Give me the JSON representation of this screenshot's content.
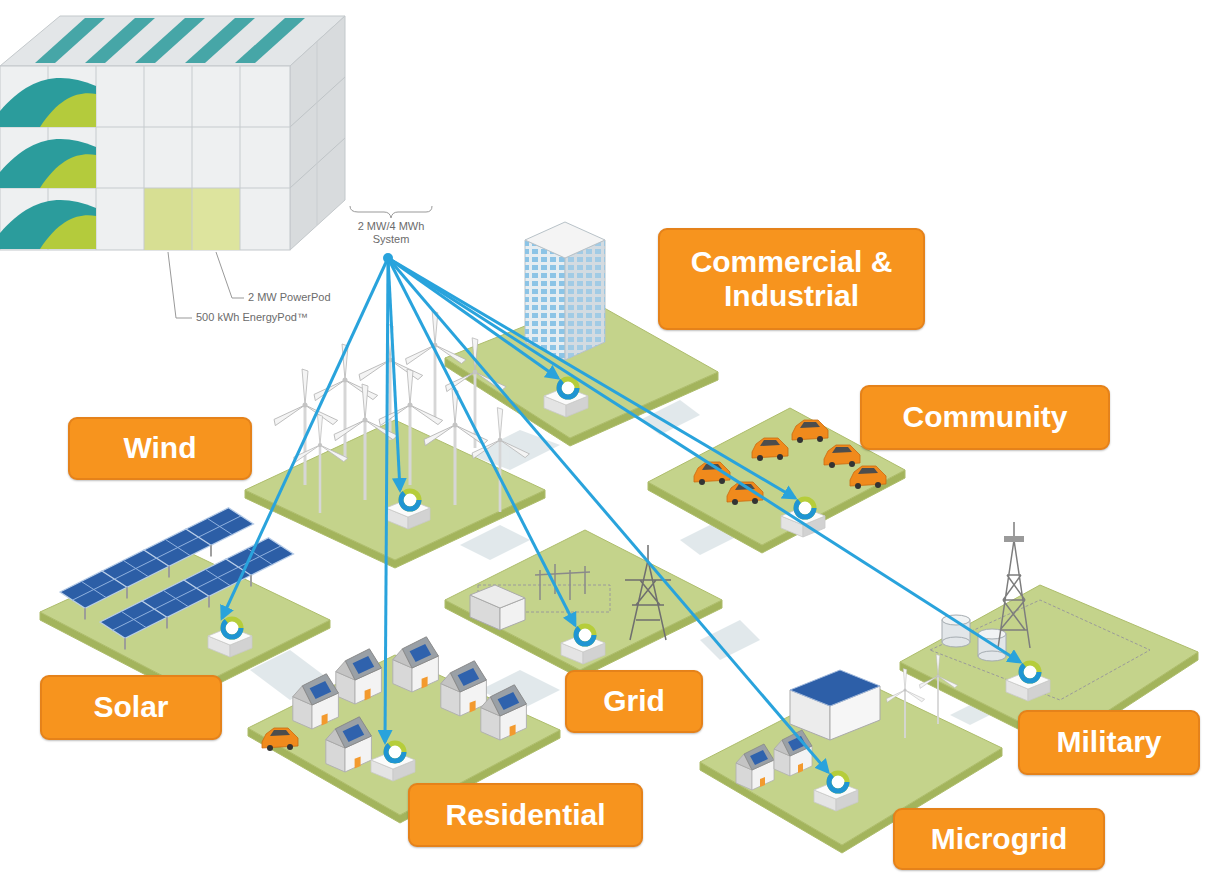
{
  "diagram": {
    "nodes": [
      {
        "text": [
          "Commercial & Industrial"
        ]
      },
      {
        "text": [
          "Community"
        ]
      },
      {
        "text": [
          "Wind"
        ]
      },
      {
        "text": [
          "Grid"
        ]
      },
      {
        "text": [
          "Solar"
        ]
      },
      {
        "text": [
          "Military"
        ]
      },
      {
        "text": [
          "Residential"
        ]
      },
      {
        "text": [
          "Microgrid"
        ]
      }
    ],
    "labels": [
      "2 MW/4 MWh System",
      "2 MW PowerPod",
      "500 kWh EnergyPod™"
    ]
  }
}
